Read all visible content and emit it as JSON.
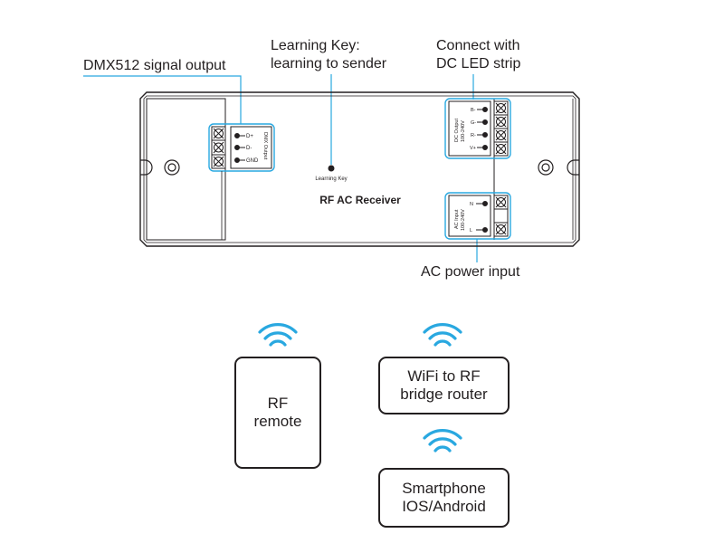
{
  "callouts": {
    "dmx_output": "DMX512 signal output",
    "learning_key_line1": "Learning Key:",
    "learning_key_line2": "learning to sender",
    "dc_strip_line1": "Connect with",
    "dc_strip_line2": "DC LED strip",
    "ac_power": "AC power input"
  },
  "device": {
    "name": "RF AC Receiver",
    "learning_key_label": "Learning Key",
    "dmx_block": {
      "title": "DMX Output",
      "terminals": [
        "D+",
        "D-",
        "GND"
      ]
    },
    "dc_block": {
      "title_line1": "DC Output",
      "title_line2": "100-240V",
      "terminals": [
        "B-",
        "G-",
        "R-",
        "V+"
      ]
    },
    "ac_block": {
      "title_line1": "AC Input",
      "title_line2": "100-240V",
      "terminals": [
        "N",
        "L"
      ]
    }
  },
  "controllers": {
    "rf_remote": {
      "line1": "RF",
      "line2": "remote"
    },
    "wifi_bridge": {
      "line1": "WiFi to RF",
      "line2": "bridge router"
    },
    "smartphone": {
      "line1": "Smartphone",
      "line2": "IOS/Android"
    }
  },
  "colors": {
    "accent_blue": "#29a8e0",
    "outline": "#231f20"
  }
}
